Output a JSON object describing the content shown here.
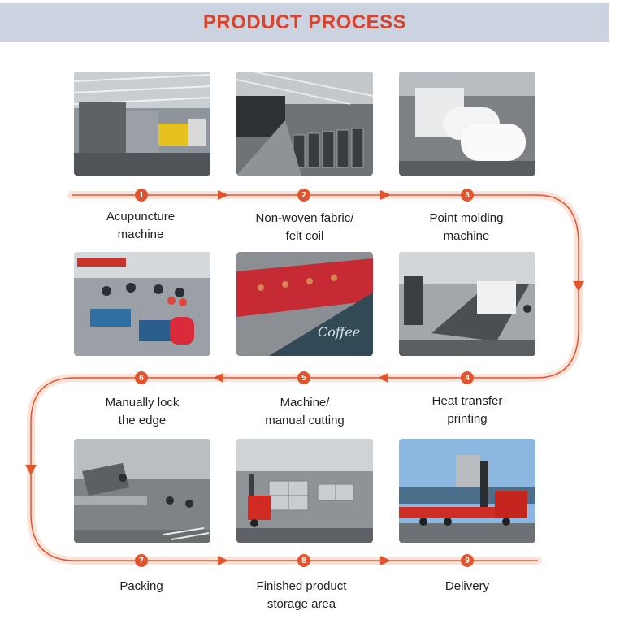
{
  "header": {
    "title": "PRODUCT PROCESS"
  },
  "colors": {
    "accent": "#e2542d",
    "header_bg": "#ccd3e0",
    "title": "#d9432c",
    "track": "#fbe3da"
  },
  "steps": [
    {
      "number": "1",
      "line1": "Acupuncture",
      "line2": "machine",
      "photo": "factory-machine-photo"
    },
    {
      "number": "2",
      "line1": "Non-woven fabric/",
      "line2": "felt coil",
      "photo": "fabric-rolls-photo"
    },
    {
      "number": "3",
      "line1": "Point molding",
      "line2": "machine",
      "photo": "white-rolls-photo"
    },
    {
      "number": "4",
      "line1": "Heat transfer",
      "line2": "printing",
      "photo": "printing-machine-photo"
    },
    {
      "number": "5",
      "line1": "Machine/",
      "line2": "manual cutting",
      "photo": "cutting-photo"
    },
    {
      "number": "6",
      "line1": "Manually lock",
      "line2": "the edge",
      "photo": "workshop-photo"
    },
    {
      "number": "7",
      "line1": "Packing",
      "line2": "",
      "photo": "packing-photo"
    },
    {
      "number": "8",
      "line1": "Finished product",
      "line2": "storage area",
      "photo": "warehouse-forklift-photo"
    },
    {
      "number": "9",
      "line1": "Delivery",
      "line2": "",
      "photo": "truck-loading-photo"
    }
  ]
}
